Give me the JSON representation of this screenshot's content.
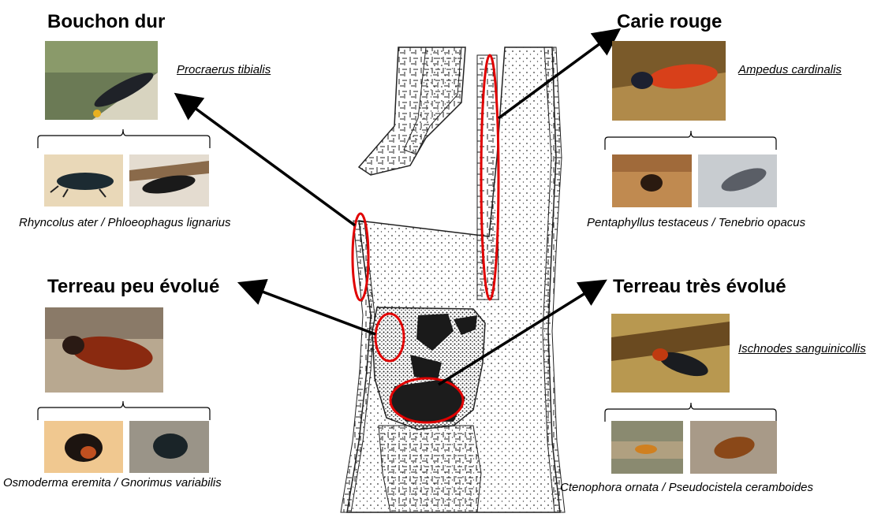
{
  "groups": {
    "bouchon_dur": {
      "title": "Bouchon dur",
      "main_species": "Procraerus tibialis",
      "caption": "Rhyncolus ater / Phloeophagus  lignarius"
    },
    "carie_rouge": {
      "title": "Carie rouge",
      "main_species": "Ampedus cardinalis",
      "caption": "Pentaphyllus testaceus / Tenebrio opacus"
    },
    "terreau_peu": {
      "title": "Terreau peu évolué",
      "caption": "Osmoderma eremita / Gnorimus variabilis"
    },
    "terreau_tres": {
      "title": "Terreau très évolué",
      "main_species": "Ischnodes sanguinicollis",
      "caption": "Ctenophora ornata / Pseudocistela ceramboides"
    }
  },
  "colors": {
    "highlight": "#e00000",
    "arrow": "#000000"
  }
}
